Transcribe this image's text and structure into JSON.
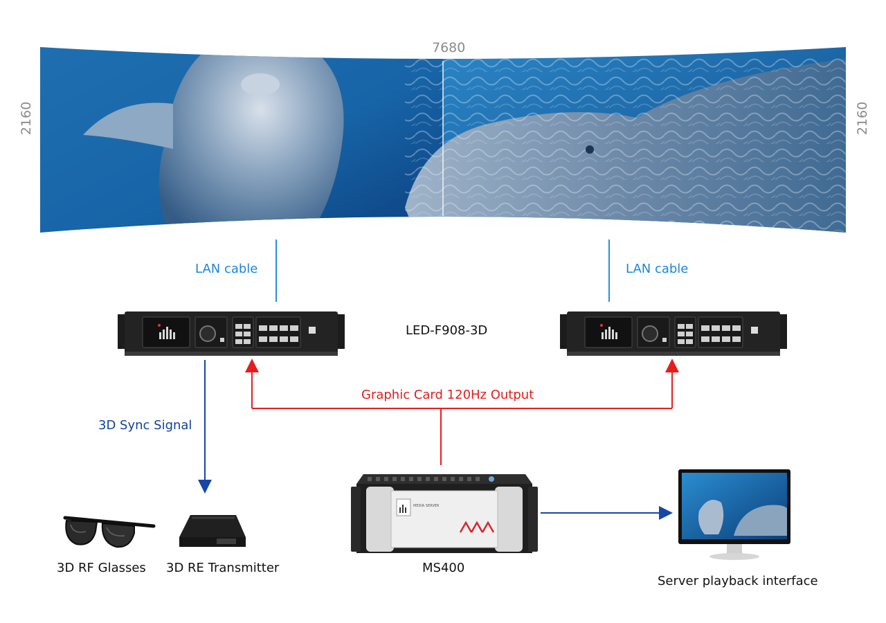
{
  "screen": {
    "width_label": "7680",
    "height_label_left": "2160",
    "height_label_right": "2160"
  },
  "connections": {
    "lan_left": "LAN cable",
    "lan_right": "LAN cable",
    "sync": "3D Sync Signal",
    "graphic": "Graphic Card 120Hz Output"
  },
  "devices": {
    "processor": "LED-F908-3D",
    "media_server": "MS400",
    "media_server_panel_text": "MEDIA SERVER",
    "glasses": "3D RF Glasses",
    "transmitter": "3D RE Transmitter",
    "monitor": "Server playback interface"
  },
  "colors": {
    "lan": "#2a8ee0",
    "sync": "#1646a6",
    "graphic": "#e81c1c",
    "monitor_link": "#1646a6"
  }
}
